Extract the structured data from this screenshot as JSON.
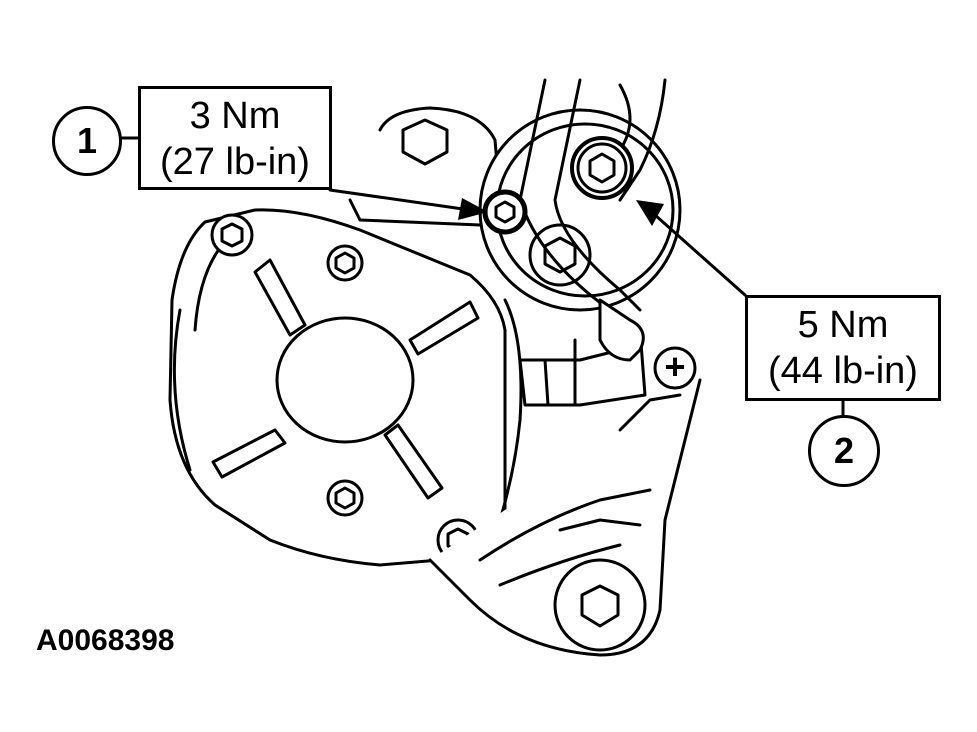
{
  "callouts": [
    {
      "number": "1",
      "torque_nm": "3 Nm",
      "torque_lbin": "(27 lb-in)"
    },
    {
      "number": "2",
      "torque_nm": "5 Nm",
      "torque_lbin": "(44 lb-in)"
    }
  ],
  "figure_id": "A0068398",
  "terminal_symbol": "+",
  "colors": {
    "ink": "#000000",
    "paper": "#ffffff"
  }
}
